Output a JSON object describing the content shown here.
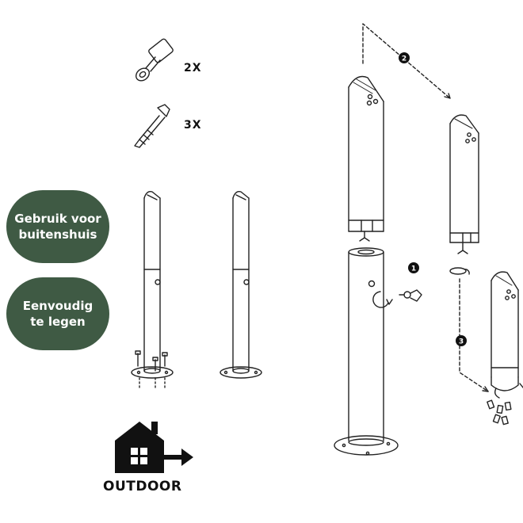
{
  "parts": [
    {
      "quantity": "2X",
      "icon": "key-icon"
    },
    {
      "quantity": "3X",
      "icon": "anchor-bolt-icon"
    }
  ],
  "badges": [
    {
      "text": "Gebruik voor\nbuitenshuis"
    },
    {
      "text": "Eenvoudig\nte legen"
    }
  ],
  "outdoor": {
    "label": "OUTDOOR",
    "icon": "house-exit-icon"
  },
  "steps": [
    "1",
    "2",
    "3"
  ],
  "colors": {
    "badge": "#3f5a44",
    "line": "#222222"
  }
}
